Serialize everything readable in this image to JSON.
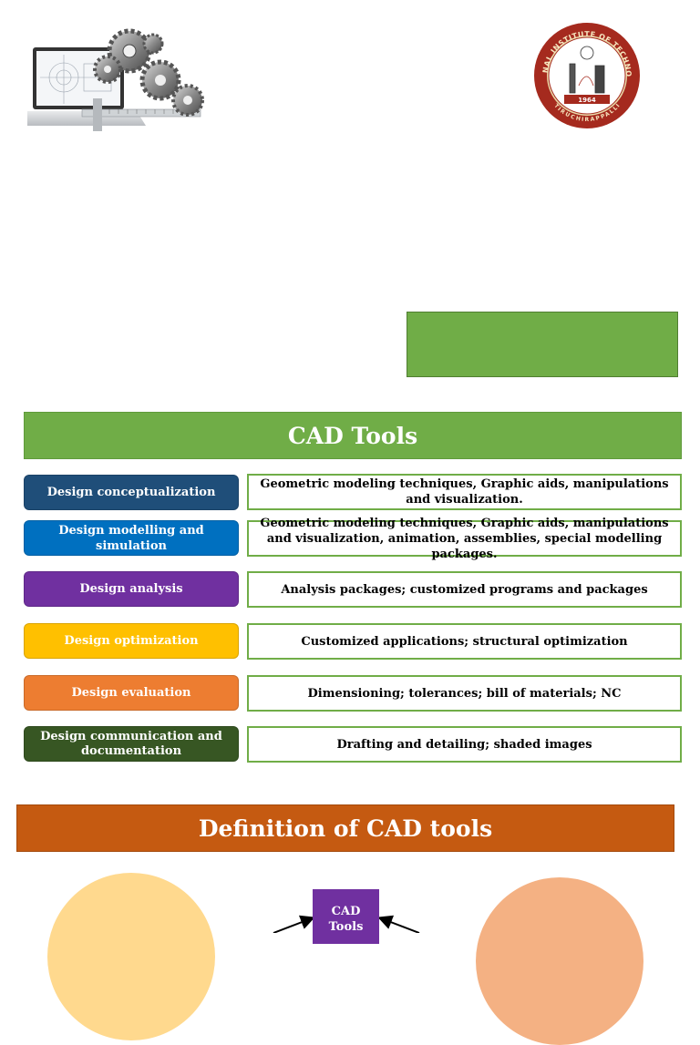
{
  "logo": {
    "ring_text_top": "NATIONAL INSTITUTE OF TECHNOLOGY",
    "ring_text_bottom": "TIRUCHIRAPPALLI",
    "year": "1964"
  },
  "cad_tools": {
    "title": "CAD Tools",
    "rows": [
      {
        "stage": "Design conceptualization",
        "tools": "Geometric modeling techniques, Graphic aids, manipulations and visualization.",
        "color": "#1f4e79"
      },
      {
        "stage": "Design modelling and simulation",
        "tools": "Geometric modeling techniques, Graphic aids, manipulations and visualization, animation, assemblies, special modelling packages.",
        "color": "#0070c0"
      },
      {
        "stage": "Design analysis",
        "tools": "Analysis packages; customized programs and packages",
        "color": "#7030a0"
      },
      {
        "stage": "Design optimization",
        "tools": "Customized applications; structural optimization",
        "color": "#ffc000"
      },
      {
        "stage": "Design evaluation",
        "tools": "Dimensioning; tolerances; bill of materials; NC",
        "color": "#ed7d31"
      },
      {
        "stage": "Design communication and documentation",
        "tools": "Drafting and detailing; shaded images",
        "color": "#375623"
      }
    ]
  },
  "definition": {
    "title": "Definition of CAD tools",
    "center_box": "CAD Tools"
  },
  "colors": {
    "green_accent": "#70ad47",
    "orange_accent": "#c55a11",
    "circle_left": "#ffd98e",
    "circle_right": "#f4b183"
  },
  "icons": [
    "gears-illustration",
    "institute-seal-logo"
  ]
}
